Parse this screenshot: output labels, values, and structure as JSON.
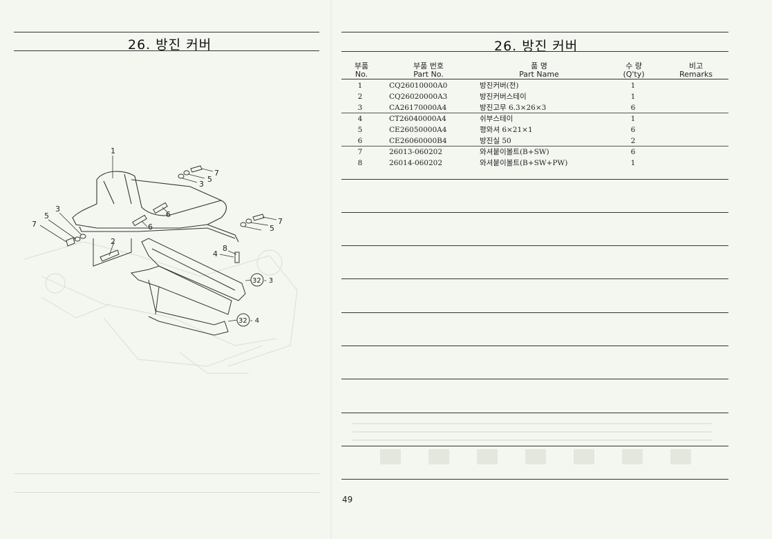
{
  "left_page": {
    "title": "26. 방진 커버",
    "callouts": [
      "1",
      "2",
      "3",
      "3",
      "4",
      "5",
      "5",
      "5",
      "6",
      "6",
      "7",
      "7",
      "7",
      "8"
    ],
    "ref_circles": [
      {
        "ref": "32",
        "suffix": "- 3"
      },
      {
        "ref": "32",
        "suffix": "- 4"
      }
    ]
  },
  "right_page": {
    "title": "26. 방진 커버",
    "headers": {
      "no_ko": "부품",
      "no_en": "No.",
      "part_ko": "부품  번호",
      "part_en": "Part  No.",
      "name_ko": "품      명",
      "name_en": "Part     Name",
      "qty_ko": "수  량",
      "qty_en": "(Q'ty)",
      "remarks_ko": "비고",
      "remarks_en": "Remarks"
    },
    "rows": [
      {
        "no": "1",
        "part": "CQ26010000A0",
        "name": "방진커버(전)",
        "qty": "1"
      },
      {
        "no": "2",
        "part": "CQ26020000A3",
        "name": "방진커버스테이",
        "qty": "1"
      },
      {
        "no": "3",
        "part": "CA26170000A4",
        "name": "방진고무 6.3×26×3",
        "qty": "6"
      },
      {
        "no": "4",
        "part": "CT26040000A4",
        "name": "쉬부스테이",
        "qty": "1"
      },
      {
        "no": "5",
        "part": "CE26050000A4",
        "name": "평와셔 6×21×1",
        "qty": "6"
      },
      {
        "no": "6",
        "part": "CE26060000B4",
        "name": "방진실 50",
        "qty": "2"
      },
      {
        "no": "7",
        "part": "26013-060202",
        "name": "와셔붙이볼트(B+SW)",
        "qty": "6"
      },
      {
        "no": "8",
        "part": "26014-060202",
        "name": "와셔붙이볼트(B+SW+PW)",
        "qty": "1"
      }
    ],
    "page_number": "49"
  }
}
